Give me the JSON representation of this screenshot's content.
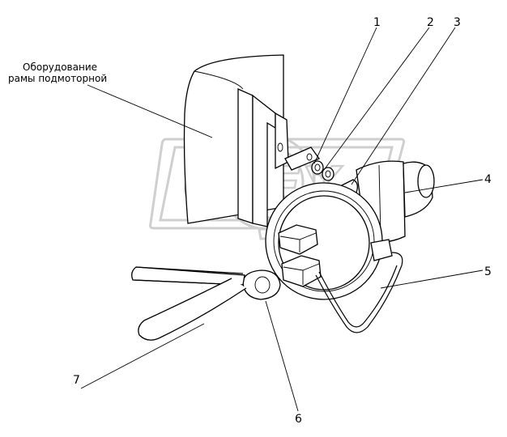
{
  "figure": {
    "caption_line1": "Оборудование",
    "caption_line2": "рамы подмоторной",
    "watermark": "OPEX",
    "callouts": [
      "1",
      "2",
      "3",
      "4",
      "5",
      "6",
      "7"
    ]
  }
}
